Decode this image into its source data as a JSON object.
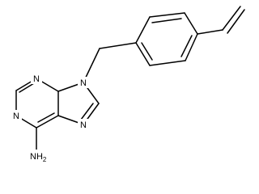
{
  "atoms": {
    "n_ring_pyrimidine_top": "N",
    "n_ring_pyrimidine_left": "N",
    "n_ring_imidazole_9": "N",
    "n_ring_imidazole_7": "N",
    "amine": "NH",
    "amine_subscript": "2"
  },
  "colors": {
    "bond": "#000000",
    "label": "#000000",
    "background": "#ffffff"
  }
}
